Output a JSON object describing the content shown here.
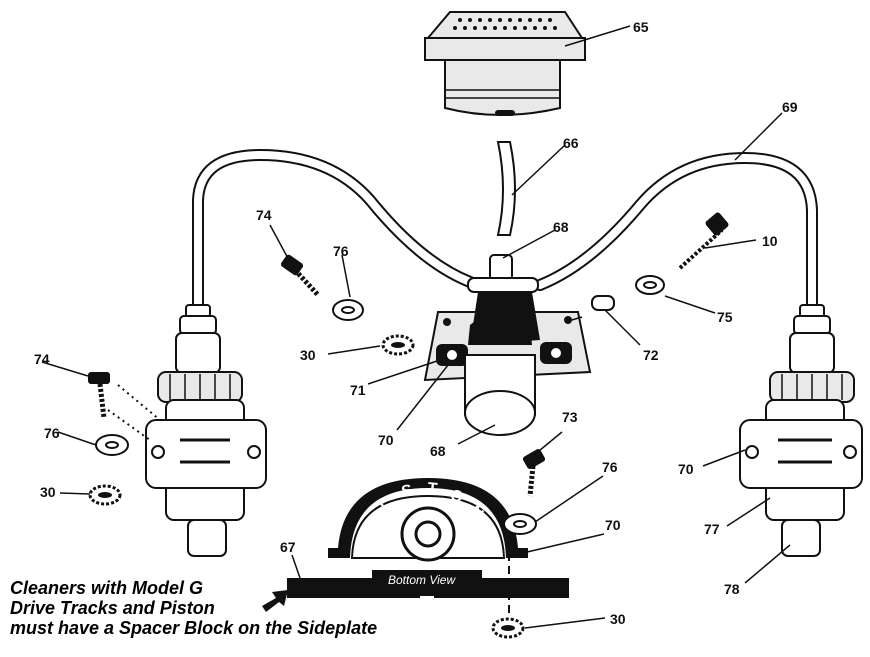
{
  "labels": {
    "p10": "10",
    "p30a": "30",
    "p30b": "30",
    "p30c": "30",
    "p65": "65",
    "p66": "66",
    "p67": "67",
    "p68a": "68",
    "p68b": "68",
    "p69": "69",
    "p70a": "70",
    "p70b": "70",
    "p70c": "70",
    "p71": "71",
    "p72": "72",
    "p73": "73",
    "p74a": "74",
    "p74b": "74",
    "p75": "75",
    "p76a": "76",
    "p76b": "76",
    "p76c": "76",
    "p77": "77",
    "p78": "78"
  },
  "bottom_view_label": "Bottom View",
  "piston_letters": [
    "P",
    "I",
    "S",
    "T",
    "O",
    "N"
  ],
  "note_lines": [
    "Cleaners with Model G",
    "Drive Tracks and Piston",
    "must have a Spacer Block on the Sideplate"
  ],
  "colors": {
    "ink": "#111111",
    "fill": "#e9e9e9"
  },
  "arrow_icon": "right-arrow-icon"
}
